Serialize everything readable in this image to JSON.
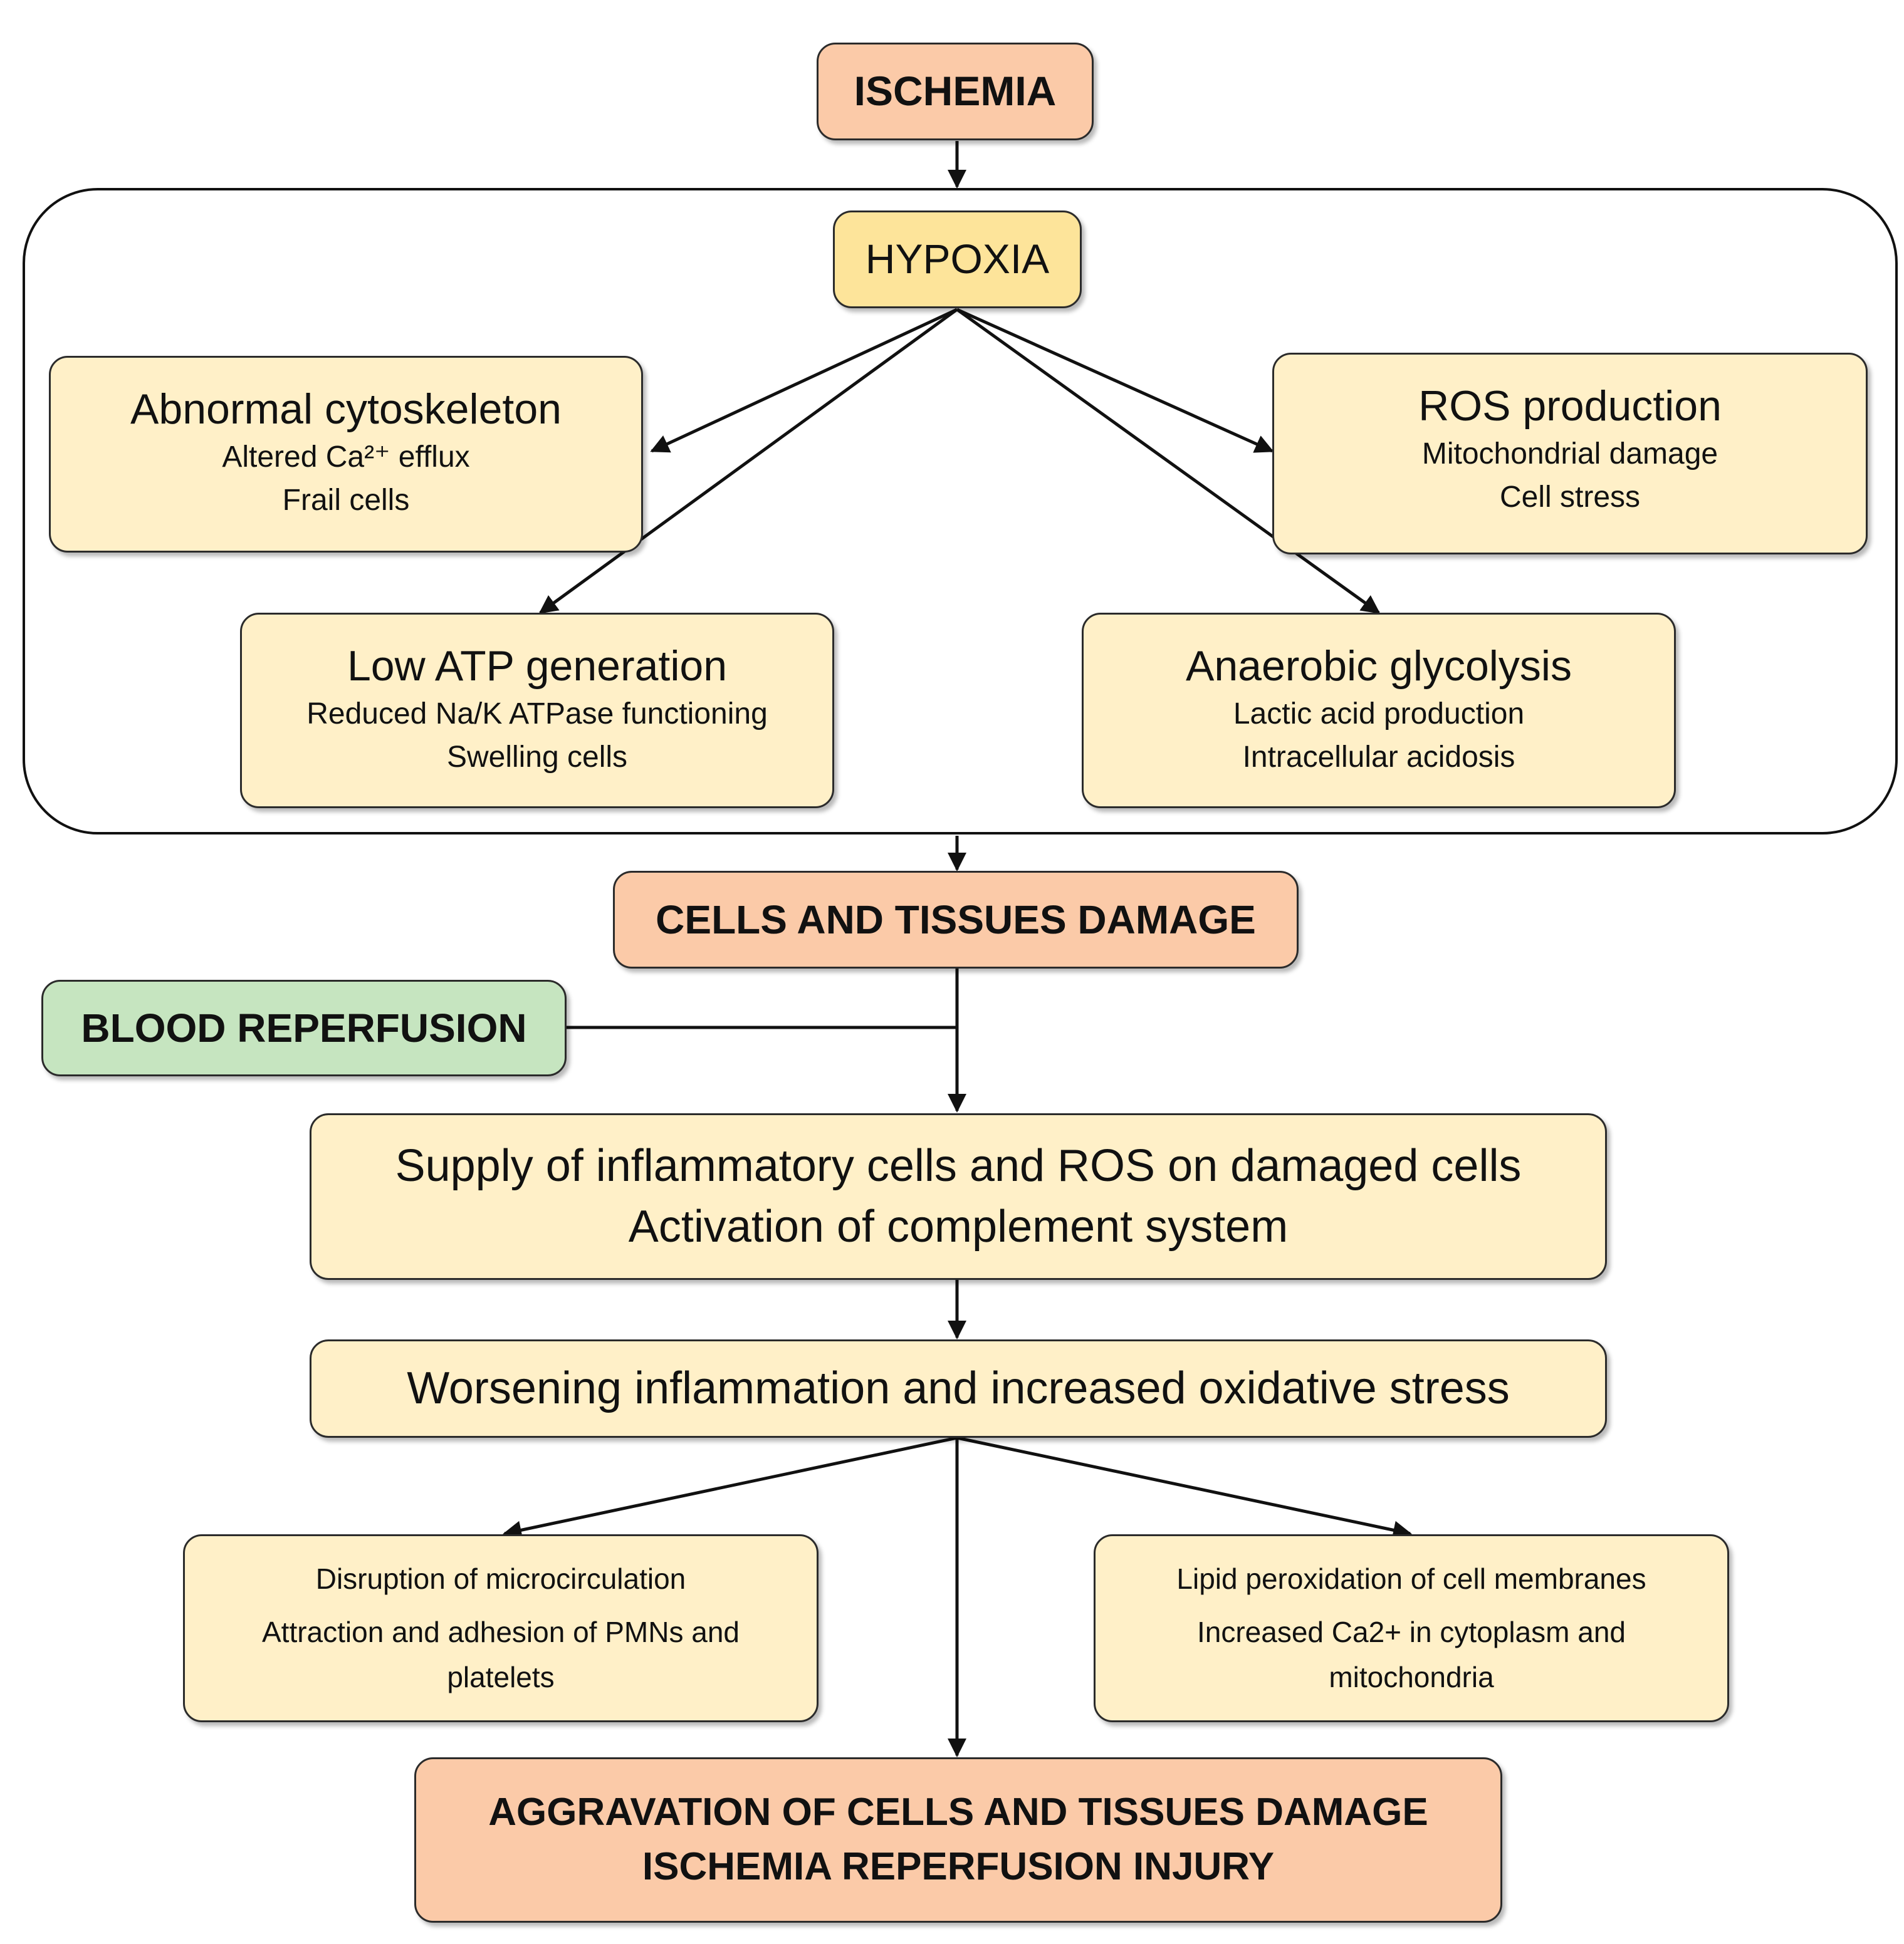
{
  "ischemia": "ISCHEMIA",
  "hypoxia": "HYPOXIA",
  "cytoskeleton": {
    "title": "Abnormal cytoskeleton",
    "line1": "Altered Ca²⁺ efflux",
    "line2": "Frail cells"
  },
  "ros": {
    "title": "ROS production",
    "line1": "Mitochondrial damage",
    "line2": "Cell stress"
  },
  "atp": {
    "title": "Low ATP generation",
    "line1": "Reduced Na/K ATPase functioning",
    "line2": "Swelling cells"
  },
  "glycolysis": {
    "title": "Anaerobic glycolysis",
    "line1": "Lactic acid production",
    "line2": "Intracellular acidosis"
  },
  "damage": "CELLS AND TISSUES DAMAGE",
  "reperfusion": "BLOOD REPERFUSION",
  "supply": {
    "line1": "Supply of inflammatory cells and ROS on damaged cells",
    "line2": "Activation of complement system"
  },
  "worsening": "Worsening inflammation and increased oxidative stress",
  "microcirculation": {
    "line1": "Disruption of microcirculation",
    "line2": "Attraction and adhesion of PMNs and",
    "line3": "platelets"
  },
  "lipid": {
    "line1": "Lipid peroxidation of cell membranes",
    "line2": "Increased Ca2+ in cytoplasm and",
    "line3": "mitochondria"
  },
  "aggravation": {
    "line1": "AGGRAVATION OF CELLS AND TISSUES DAMAGE",
    "line2": "ISCHEMIA REPERFUSION INJURY"
  },
  "colors": {
    "salmon": "#fbcaa8",
    "yellow": "#fde49a",
    "cream": "#fff0c8",
    "green": "#c6e5c0",
    "line": "#111111"
  }
}
